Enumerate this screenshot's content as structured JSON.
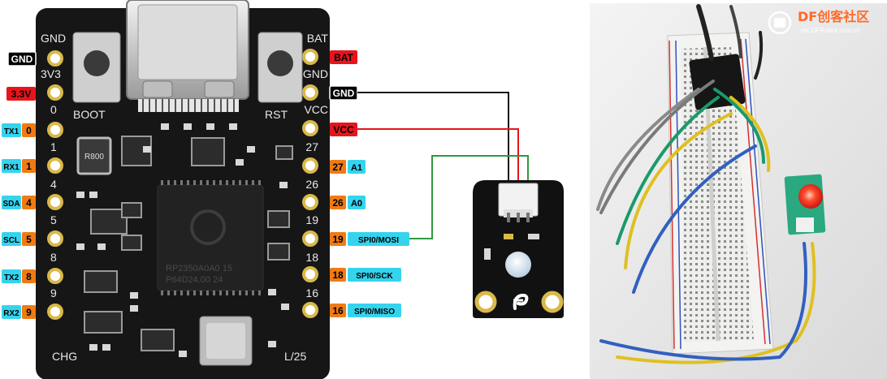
{
  "board": {
    "silk_left": [
      "GND",
      "3V3",
      "0",
      "1",
      "4",
      "5",
      "8",
      "9"
    ],
    "silk_right": [
      "BAT",
      "GND",
      "VCC",
      "27",
      "26",
      "19",
      "18",
      "16"
    ],
    "boot_label": "BOOT",
    "rst_label": "RST",
    "chg_label": "CHG",
    "l_label": "L/25",
    "chip_text_1": "RP2350A0A0 15",
    "chip_text_2": "P64D24.00 24",
    "resistor_label": "R800"
  },
  "pins_left": [
    {
      "tags": [
        "GND"
      ]
    },
    {
      "tags": [
        "3.3V"
      ]
    },
    {
      "tags": [
        "TX1",
        "0"
      ]
    },
    {
      "tags": [
        "RX1",
        "1"
      ]
    },
    {
      "tags": [
        "SDA",
        "4"
      ]
    },
    {
      "tags": [
        "SCL",
        "5"
      ]
    },
    {
      "tags": [
        "TX2",
        "8"
      ]
    },
    {
      "tags": [
        "RX2",
        "9"
      ]
    }
  ],
  "pins_right": [
    {
      "tags": [
        "BAT"
      ]
    },
    {
      "tags": [
        "GND"
      ]
    },
    {
      "tags": [
        "VCC"
      ]
    },
    {
      "tags": [
        "27",
        "A1"
      ]
    },
    {
      "tags": [
        "26",
        "A0"
      ]
    },
    {
      "tags": [
        "19",
        "SPI0/MOSI"
      ]
    },
    {
      "tags": [
        "18",
        "SPI0/SCK"
      ]
    },
    {
      "tags": [
        "16",
        "SPI0/MISO"
      ]
    }
  ],
  "watermark": {
    "brand": "DF创客社区",
    "url": "mc.DFRobot.com.cn"
  },
  "colors": {
    "black_tag": "#000000",
    "red_tag": "#e8141c",
    "orange_tag": "#f07b14",
    "cyan_tag": "#35d4ee",
    "wire_gnd": "#1a1a1a",
    "wire_vcc": "#e8141c",
    "wire_signal": "#2e9a3c",
    "pcb": "#141414",
    "pad_gold": "#d9b94a"
  },
  "icons": {
    "led_module_logo": "df-f-logo-icon"
  }
}
